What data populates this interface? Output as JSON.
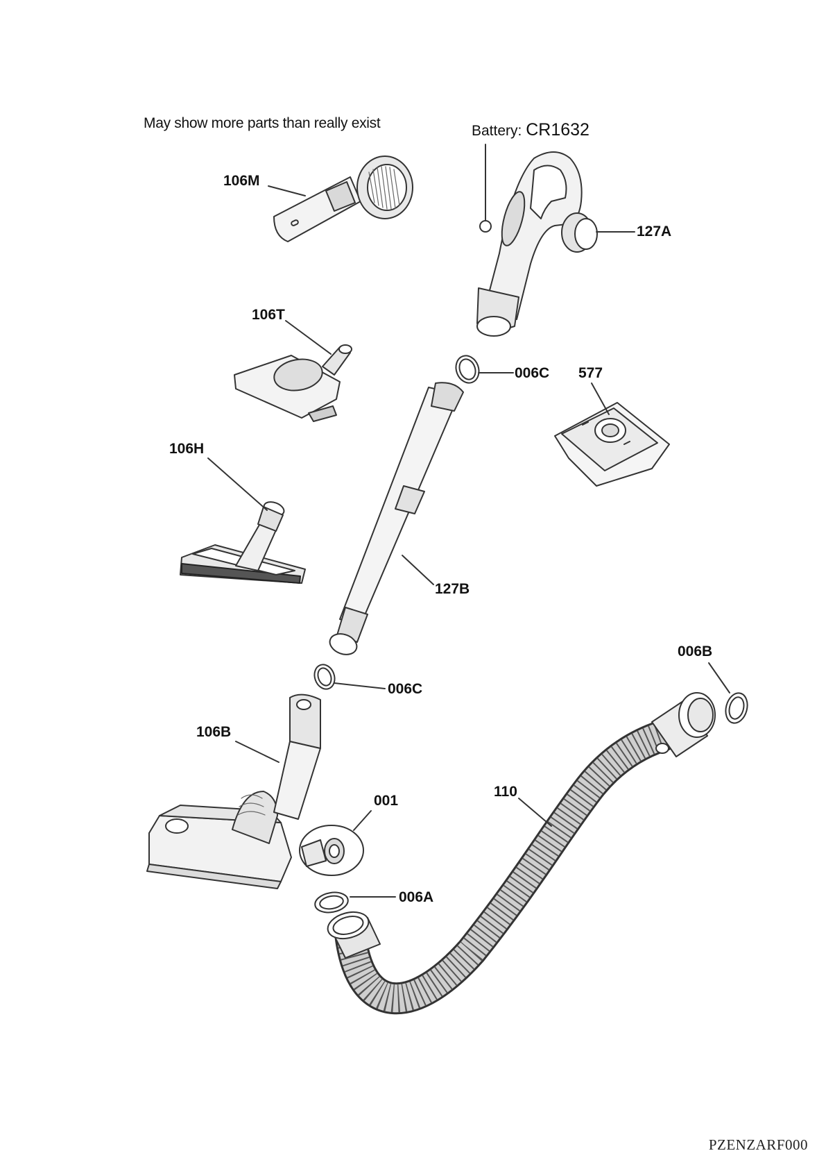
{
  "notes": {
    "disclaimer": "May show more parts than really exist",
    "battery_label": "Battery:",
    "battery_value": "CR1632"
  },
  "parts": [
    {
      "id": "106M"
    },
    {
      "id": "127A"
    },
    {
      "id": "106T"
    },
    {
      "id": "006C"
    },
    {
      "id": "577"
    },
    {
      "id": "106H"
    },
    {
      "id": "127B"
    },
    {
      "id": "006B"
    },
    {
      "id": "006C"
    },
    {
      "id": "106B"
    },
    {
      "id": "001"
    },
    {
      "id": "110"
    },
    {
      "id": "006A"
    }
  ],
  "document_code": "PZENZARF000"
}
